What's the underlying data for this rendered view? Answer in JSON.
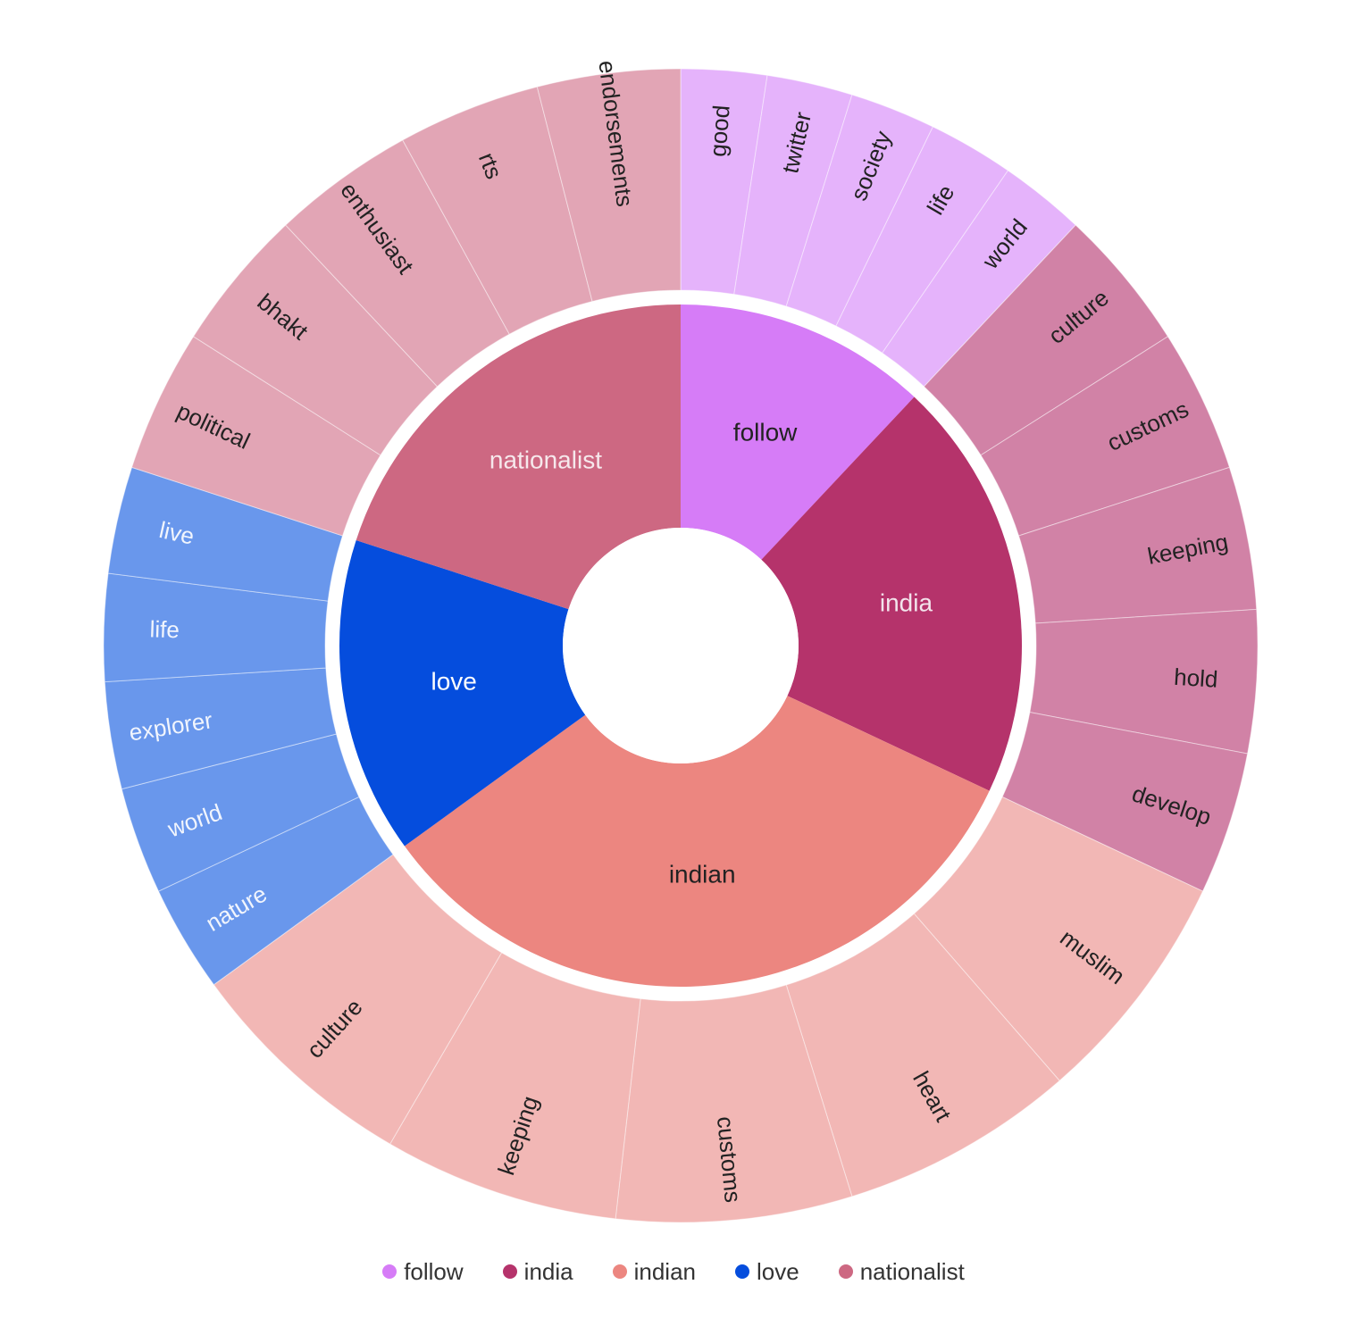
{
  "chart_data": {
    "type": "sunburst",
    "series": [
      {
        "name": "follow",
        "value": 12,
        "color": "#d67cf7",
        "child_color": "#e5b3fb",
        "label_color": "#222222",
        "children": [
          "good",
          "twitter",
          "society",
          "life",
          "world"
        ]
      },
      {
        "name": "india",
        "value": 20,
        "color": "#b5336b",
        "child_color": "#d182a6",
        "label_color": "#f3e4ec",
        "children": [
          "culture",
          "customs",
          "keeping",
          "hold",
          "develop"
        ]
      },
      {
        "name": "indian",
        "value": 33,
        "color": "#ec8680",
        "child_color": "#f2b7b5",
        "label_color": "#222222",
        "children": [
          "muslim",
          "heart",
          "customs",
          "keeping",
          "culture"
        ]
      },
      {
        "name": "love",
        "value": 15,
        "color": "#054ddd",
        "child_color": "#6997ec",
        "label_color": "#ffffff",
        "child_label_color": "#f1f5fd",
        "children": [
          "nature",
          "world",
          "explorer",
          "life",
          "live"
        ]
      },
      {
        "name": "nationalist",
        "value": 20,
        "color": "#cd6882",
        "child_color": "#e2a5b5",
        "label_color": "#f6e8ec",
        "children": [
          "political",
          "bhakt",
          "enthusiast",
          "rts",
          "endorsements"
        ]
      }
    ],
    "legend": "bottom-center"
  }
}
